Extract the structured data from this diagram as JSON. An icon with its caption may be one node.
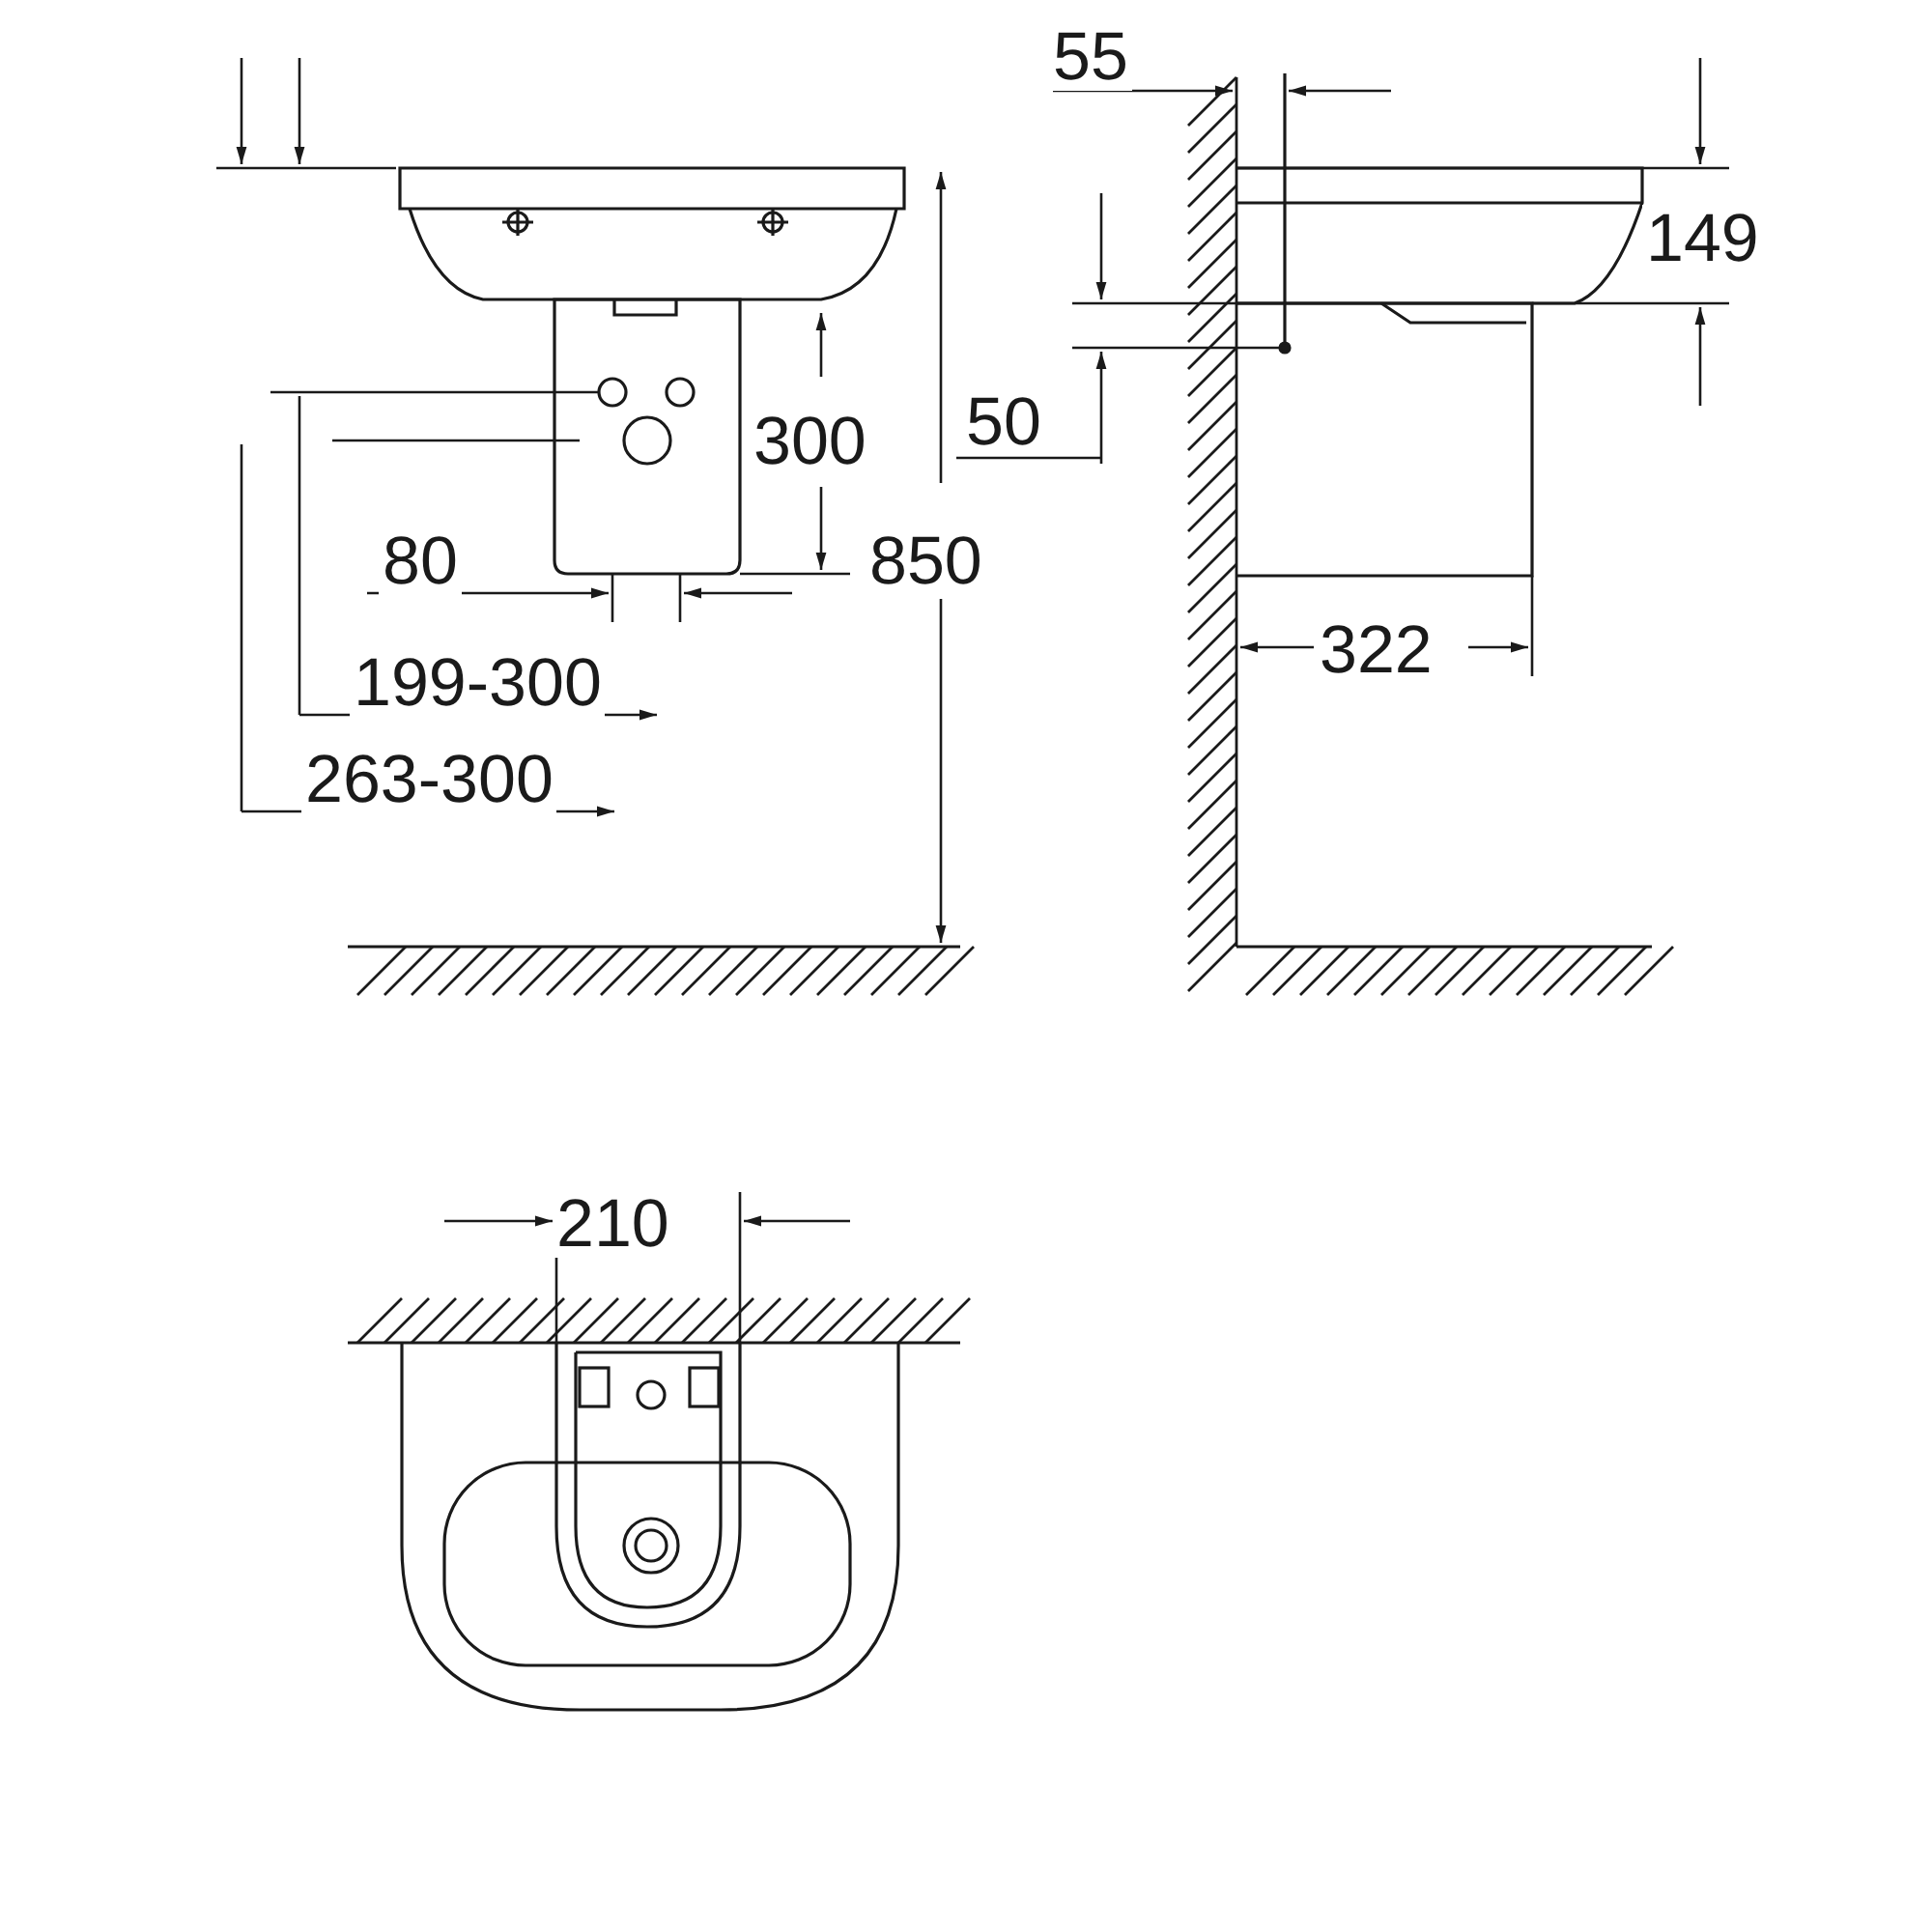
{
  "diagram": {
    "labels": [
      "55",
      "149",
      "50",
      "300",
      "80",
      "850",
      "322",
      "199-300",
      "263-300",
      "210"
    ]
  }
}
